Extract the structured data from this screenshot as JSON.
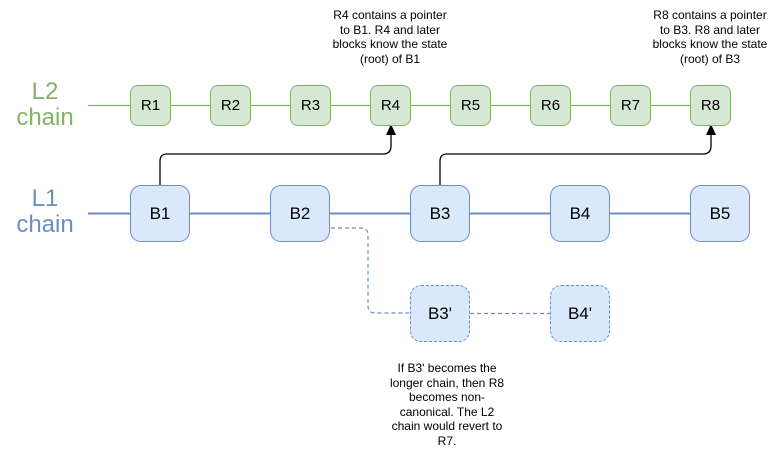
{
  "colors": {
    "green_fill": "#d5e8d4",
    "green_stroke": "#82b366",
    "blue_fill": "#dae8fc",
    "blue_stroke": "#6c8ebf",
    "connector_black": "#000000",
    "text": "#000000",
    "background": "#ffffff"
  },
  "l2_chain": {
    "label_lines": [
      "L2",
      "chain"
    ],
    "blocks": [
      "R1",
      "R2",
      "R3",
      "R4",
      "R5",
      "R6",
      "R7",
      "R8"
    ]
  },
  "l1_chain": {
    "label_lines": [
      "L1",
      "chain"
    ],
    "blocks": [
      "B1",
      "B2",
      "B3",
      "B4",
      "B5"
    ]
  },
  "fork_chain": {
    "blocks": [
      "B3'",
      "B4'"
    ]
  },
  "notes": {
    "r4": {
      "lines": [
        "R4 contains a pointer",
        "to B1. R4 and later",
        "blocks know the state",
        "(root) of B1"
      ]
    },
    "r8": {
      "lines": [
        "R8 contains a pointer",
        "to B3. R8 and later",
        "blocks know the state",
        "(root) of B3"
      ]
    },
    "fork": {
      "lines": [
        "If B3' becomes the",
        "longer chain, then R8",
        "becomes non-",
        "canonical. The L2",
        "chain would revert to",
        "R7."
      ]
    }
  }
}
